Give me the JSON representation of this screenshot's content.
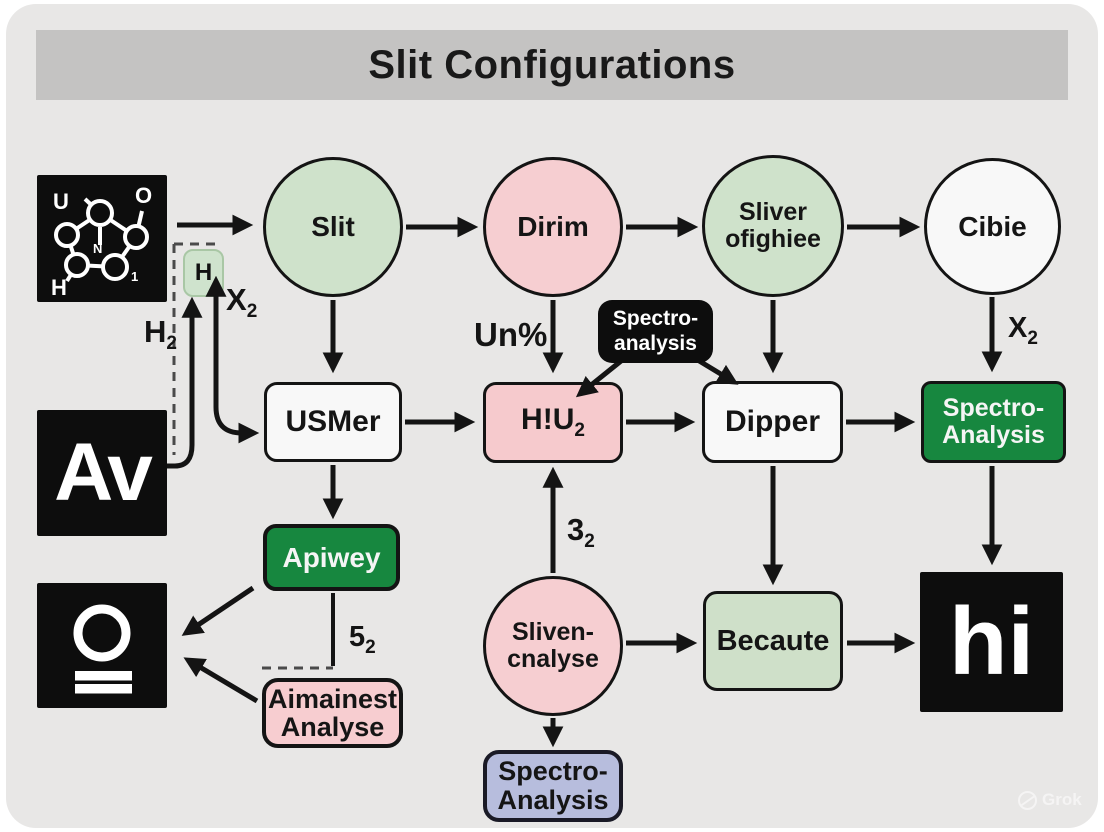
{
  "title": "Slit Configurations",
  "nodes": {
    "chem_square": {
      "label_u": "U",
      "label_o": "O",
      "label_h": "H",
      "label_n": "N",
      "label_1": "1"
    },
    "slit": {
      "label": "Slit"
    },
    "dirim": {
      "label": "Dirim"
    },
    "sliver": {
      "line1": "Sliver",
      "line2": "ofighiee"
    },
    "cibie": {
      "label": "Cibie"
    },
    "h_chip": {
      "label": "H"
    },
    "usmer": {
      "label": "USMer"
    },
    "hlu2": {
      "base": "H!U",
      "sub": "2"
    },
    "dipper": {
      "label": "Dipper"
    },
    "spectro_green": {
      "line1": "Spectro-",
      "line2": "Analysis"
    },
    "spectro_bubble": {
      "line1": "Spectro-",
      "line2": "analysis"
    },
    "apiwey": {
      "label": "Apiwey"
    },
    "av_square": {
      "label": "Av"
    },
    "aimainest": {
      "line1": "Aimainest",
      "line2": "Analyse"
    },
    "sliven": {
      "line1": "Sliven-",
      "line2": "cnalyse"
    },
    "becaute": {
      "label": "Becaute"
    },
    "hi_square": {
      "label": "hi"
    },
    "spectro_blue": {
      "line1": "Spectro-",
      "line2": "Analysis"
    }
  },
  "edge_labels": {
    "h2": {
      "base": "H",
      "sub": "2"
    },
    "x2_left": {
      "base": "X",
      "sub": "2"
    },
    "un_pct": {
      "base": "Un%",
      "sub": ""
    },
    "x2_right": {
      "base": "X",
      "sub": "2"
    },
    "three2": {
      "base": "3",
      "sub": "2"
    },
    "five2": {
      "base": "5",
      "sub": "2"
    }
  },
  "watermark": "Grok",
  "colors": {
    "panel_bg": "#e8e7e6",
    "title_bar": "#c4c3c2",
    "green_node": "#cfe2cb",
    "pink_node": "#f6ced1",
    "white_node": "#f8f8f8",
    "dark_green": "#17873f",
    "light_green_node": "#cfe0c9",
    "blue_node": "#b7bddd",
    "line_black": "#141414"
  }
}
